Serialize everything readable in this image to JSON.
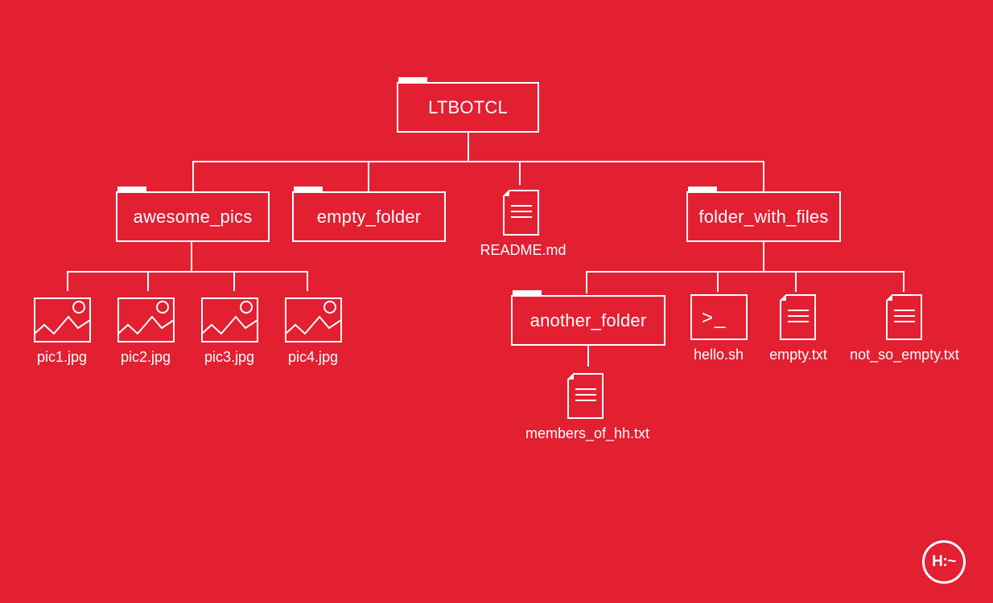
{
  "tree": {
    "root": "LTBOTCL",
    "awesome_pics": {
      "label": "awesome_pics",
      "files": [
        "pic1.jpg",
        "pic2.jpg",
        "pic3.jpg",
        "pic4.jpg"
      ]
    },
    "empty_folder": {
      "label": "empty_folder"
    },
    "readme": {
      "label": "README.md"
    },
    "folder_with_files": {
      "label": "folder_with_files",
      "another_folder": {
        "label": "another_folder",
        "files": [
          "members_of_hh.txt"
        ]
      },
      "hello_sh": {
        "label": "hello.sh",
        "icon_text": ">_"
      },
      "empty_txt": {
        "label": "empty.txt"
      },
      "not_so_empty_txt": {
        "label": "not_so_empty.txt"
      }
    }
  },
  "logo": {
    "text": "H:~",
    "icon": "holberton-logo"
  },
  "colors": {
    "background": "#e31f32",
    "foreground": "#ffffff"
  }
}
